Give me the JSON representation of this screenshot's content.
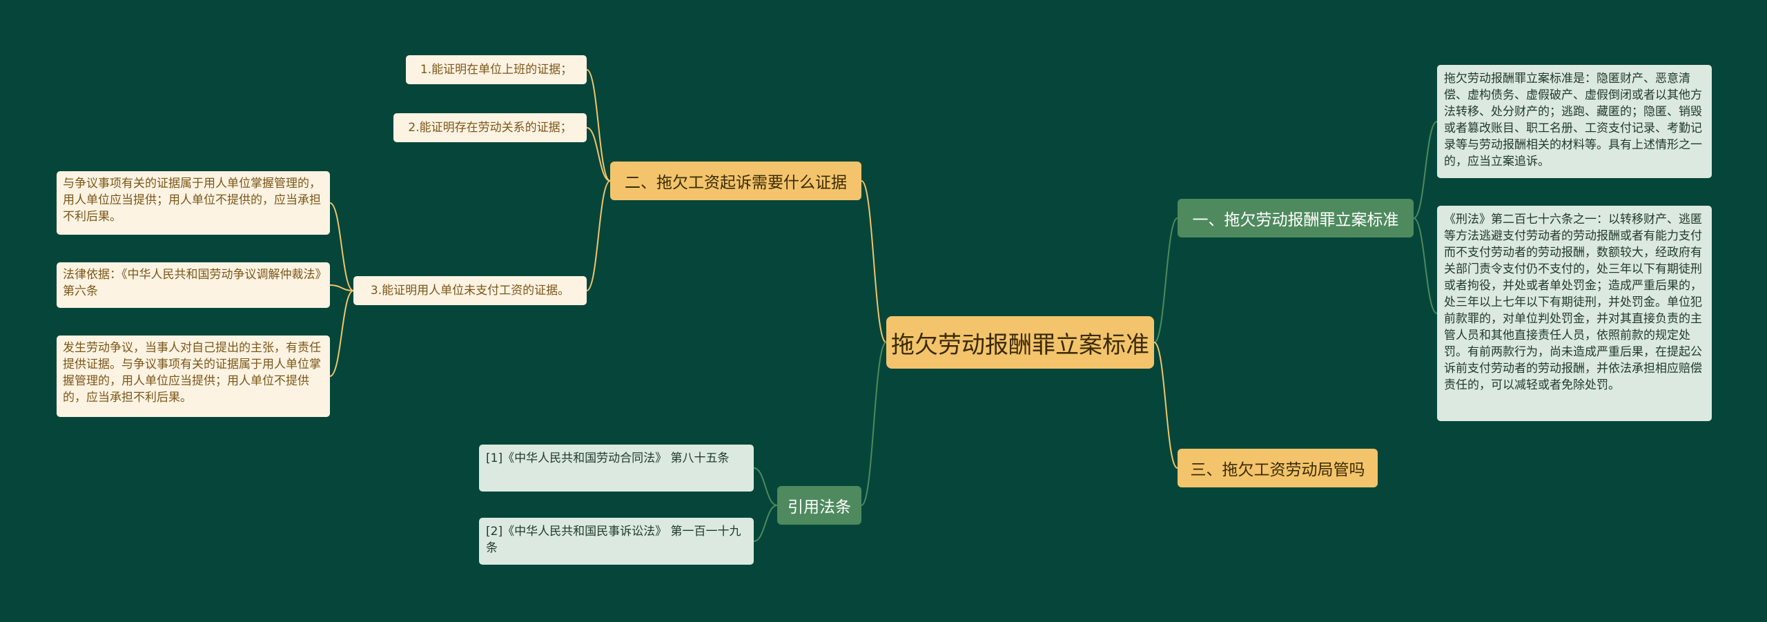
{
  "center": "拖欠劳动报酬罪立案标准",
  "branches": {
    "evidence": {
      "label": "二、拖欠工资起诉需要什么证据",
      "items": [
        "1.能证明在单位上班的证据；",
        "2.能证明存在劳动关系的证据；",
        "3.能证明用人单位未支付工资的证据。"
      ],
      "details": [
        "与争议事项有关的证据属于用人单位掌握管理的，用人单位应当提供；用人单位不提供的，应当承担不利后果。",
        "法律依据：《中华人民共和国劳动争议调解仲裁法》第六条",
        " 发生劳动争议，当事人对自己提出的主张，有责任提供证据。与争议事项有关的证据属于用人单位掌握管理的，用人单位应当提供；用人单位不提供的，应当承担不利后果。"
      ]
    },
    "citations": {
      "label": "引用法条",
      "items": [
        "[1]《中华人民共和国劳动合同法》 第八十五条",
        "[2]《中华人民共和国民事诉讼法》 第一百一十九条"
      ]
    },
    "standard": {
      "label": "一、拖欠劳动报酬罪立案标准",
      "items": [
        "拖欠劳动报酬罪立案标准是：隐匿财产、恶意清偿、虚构债务、虚假破产、虚假倒闭或者以其他方法转移、处分财产的；逃跑、藏匿的；隐匿、销毁或者篡改账目、职工名册、工资支付记录、考勤记录等与劳动报酬相关的材料等。具有上述情形之一的，应当立案追诉。",
        "《刑法》第二百七十六条之一：以转移财产、逃匿等方法逃避支付劳动者的劳动报酬或者有能力支付而不支付劳动者的劳动报酬，数额较大，经政府有关部门责令支付仍不支付的，处三年以下有期徒刑或者拘役，并处或者单处罚金；造成严重后果的，处三年以上七年以下有期徒刑，并处罚金。单位犯前款罪的，对单位判处罚金，并对其直接负责的主管人员和其他直接责任人员，依照前款的规定处罚。有前两款行为，尚未造成严重后果，在提起公诉前支付劳动者的劳动报酬，并依法承担相应赔偿责任的，可以减轻或者免除处罚。"
      ]
    },
    "bureau": {
      "label": "三、拖欠工资劳动局管吗"
    }
  },
  "colors": {
    "background": "#06463a",
    "yellow_link": "#f3c46b",
    "green_link": "#4e8a5e"
  }
}
